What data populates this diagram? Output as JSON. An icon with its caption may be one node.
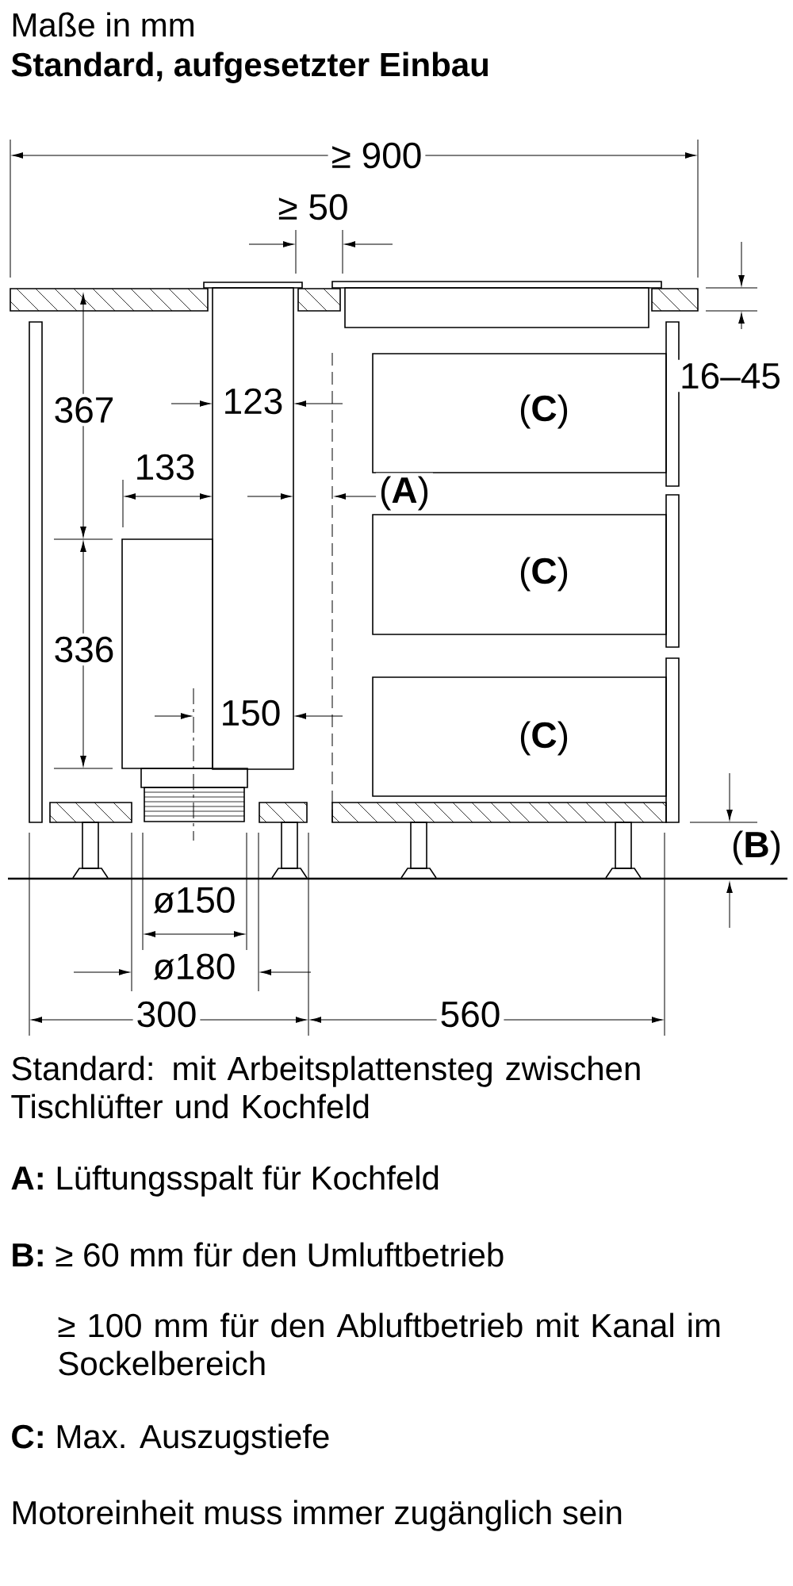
{
  "diagram": {
    "title": "Standard, aufgesetzter Einbau",
    "labels": [
      "Maße in mm",
      "≥ 900",
      "≥ 50",
      "16–45",
      "367",
      "123",
      "(**C**)",
      "133",
      "(**A**)",
      "336",
      "(**C**)",
      "150",
      "(**C**)",
      "(**B**)",
      "ø150",
      "ø180",
      "300",
      "560",
      "Standard: mit Arbeitsplattensteg zwischen Tischlüfter und Kochfeld",
      "**A:** Lüftungsspalt für Kochfeld",
      "**B:** ≥ 60 mm für den Umluftbetrieb",
      "≥ 100 mm für den Abluftbetrieb mit Kanal im Sockelbereich",
      "**C:** Max. Auszugstiefe",
      "Motoreinheit muss immer zugänglich sein"
    ]
  }
}
